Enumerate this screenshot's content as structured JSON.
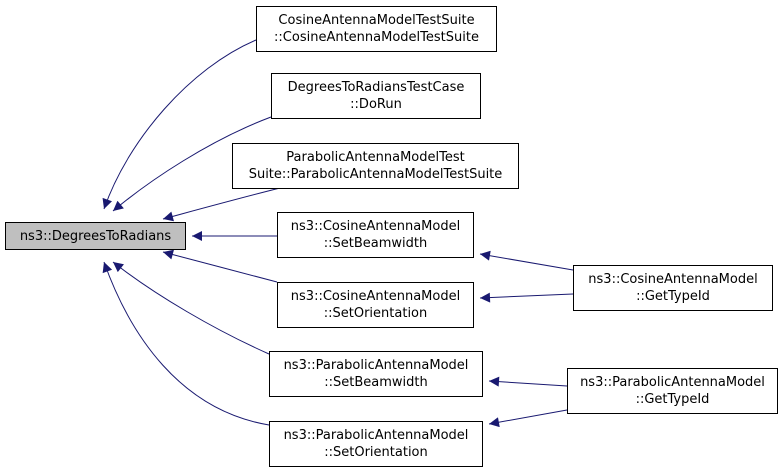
{
  "colors": {
    "edge": "#191970",
    "root_fill": "#bfbfbf",
    "border": "#000000"
  },
  "nodes": [
    {
      "id": "root",
      "lines": [
        "ns3::DegreesToRadians"
      ]
    },
    {
      "id": "cos-suite",
      "lines": [
        "CosineAntennaModelTestSuite",
        "::CosineAntennaModelTestSuite"
      ]
    },
    {
      "id": "deg-test",
      "lines": [
        "DegreesToRadiansTestCase",
        "::DoRun"
      ]
    },
    {
      "id": "par-suite",
      "lines": [
        "ParabolicAntennaModelTest",
        "Suite::ParabolicAntennaModelTestSuite"
      ]
    },
    {
      "id": "cos-beam",
      "lines": [
        "ns3::CosineAntennaModel",
        "::SetBeamwidth"
      ]
    },
    {
      "id": "cos-orient",
      "lines": [
        "ns3::CosineAntennaModel",
        "::SetOrientation"
      ]
    },
    {
      "id": "par-beam",
      "lines": [
        "ns3::ParabolicAntennaModel",
        "::SetBeamwidth"
      ]
    },
    {
      "id": "par-orient",
      "lines": [
        "ns3::ParabolicAntennaModel",
        "::SetOrientation"
      ]
    },
    {
      "id": "cos-type",
      "lines": [
        "ns3::CosineAntennaModel",
        "::GetTypeId"
      ]
    },
    {
      "id": "par-type",
      "lines": [
        "ns3::ParabolicAntennaModel",
        "::GetTypeId"
      ]
    }
  ],
  "edges": [
    {
      "from": "cos-suite",
      "to": "root"
    },
    {
      "from": "deg-test",
      "to": "root"
    },
    {
      "from": "par-suite",
      "to": "root"
    },
    {
      "from": "cos-beam",
      "to": "root"
    },
    {
      "from": "cos-orient",
      "to": "root"
    },
    {
      "from": "par-beam",
      "to": "root"
    },
    {
      "from": "par-orient",
      "to": "root"
    },
    {
      "from": "cos-type",
      "to": "cos-beam"
    },
    {
      "from": "cos-type",
      "to": "cos-orient"
    },
    {
      "from": "par-type",
      "to": "par-beam"
    },
    {
      "from": "par-type",
      "to": "par-orient"
    }
  ]
}
